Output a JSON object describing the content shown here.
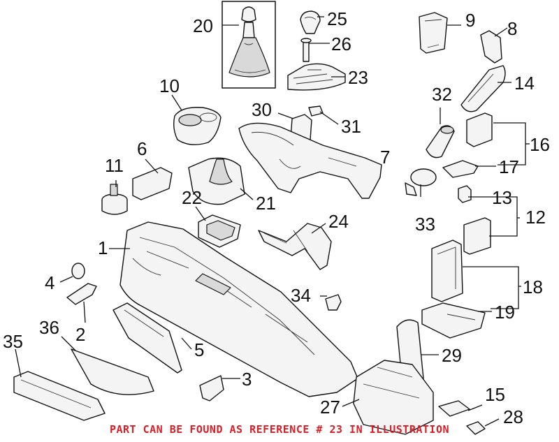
{
  "refs": {
    "r1": "1",
    "r2": "2",
    "r3": "3",
    "r4": "4",
    "r5": "5",
    "r6": "6",
    "r7": "7",
    "r8": "8",
    "r9": "9",
    "r10": "10",
    "r11": "11",
    "r12": "12",
    "r13": "13",
    "r14": "14",
    "r15": "15",
    "r16": "16",
    "r17": "17",
    "r18": "18",
    "r19": "19",
    "r20": "20",
    "r21": "21",
    "r22": "22",
    "r23": "23",
    "r24": "24",
    "r25": "25",
    "r26": "26",
    "r27": "27",
    "r28": "28",
    "r29": "29",
    "r30": "30",
    "r31": "31",
    "r32": "32",
    "r33": "33",
    "r34": "34",
    "r35": "35",
    "r36": "36"
  },
  "footer_note": "PART CAN BE FOUND AS REFERENCE # 23 IN ILLUSTRATION",
  "colors": {
    "footer_note": "#d61f26",
    "line": "#111111"
  }
}
